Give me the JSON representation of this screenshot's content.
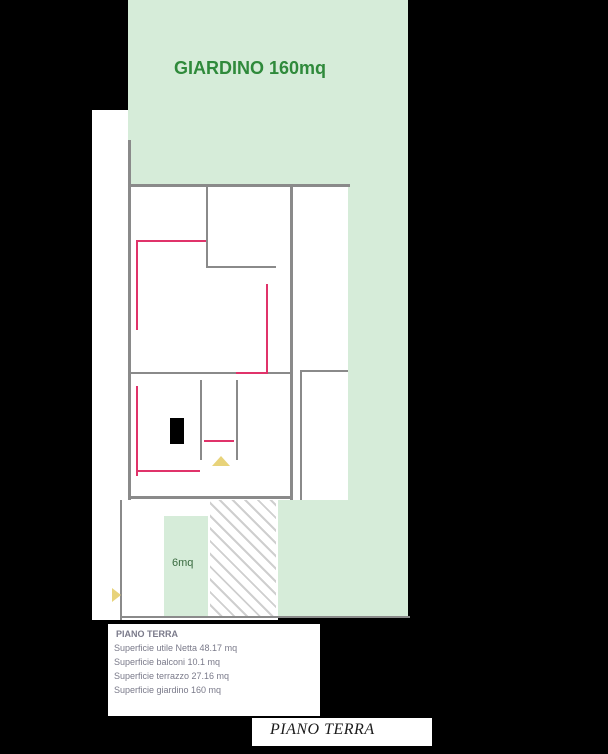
{
  "plan": {
    "garden_label": "GIARDINO 160mq",
    "small_garden_label": "6mq",
    "bottom_title": "PIANO TERRA"
  },
  "legend": {
    "heading": "PIANO TERRA",
    "lines": [
      "Superficie utile Netta 48.17 mq",
      "Superficie balconi 10.1 mq",
      "Superficie terrazzo 27.16 mq",
      "Superficie giardino 160 mq"
    ]
  },
  "colors": {
    "garden": "#d6ecd9",
    "walls": "#8a8a8a",
    "dimension_lines": "#e0336a",
    "label_green": "#2f8a3b"
  }
}
